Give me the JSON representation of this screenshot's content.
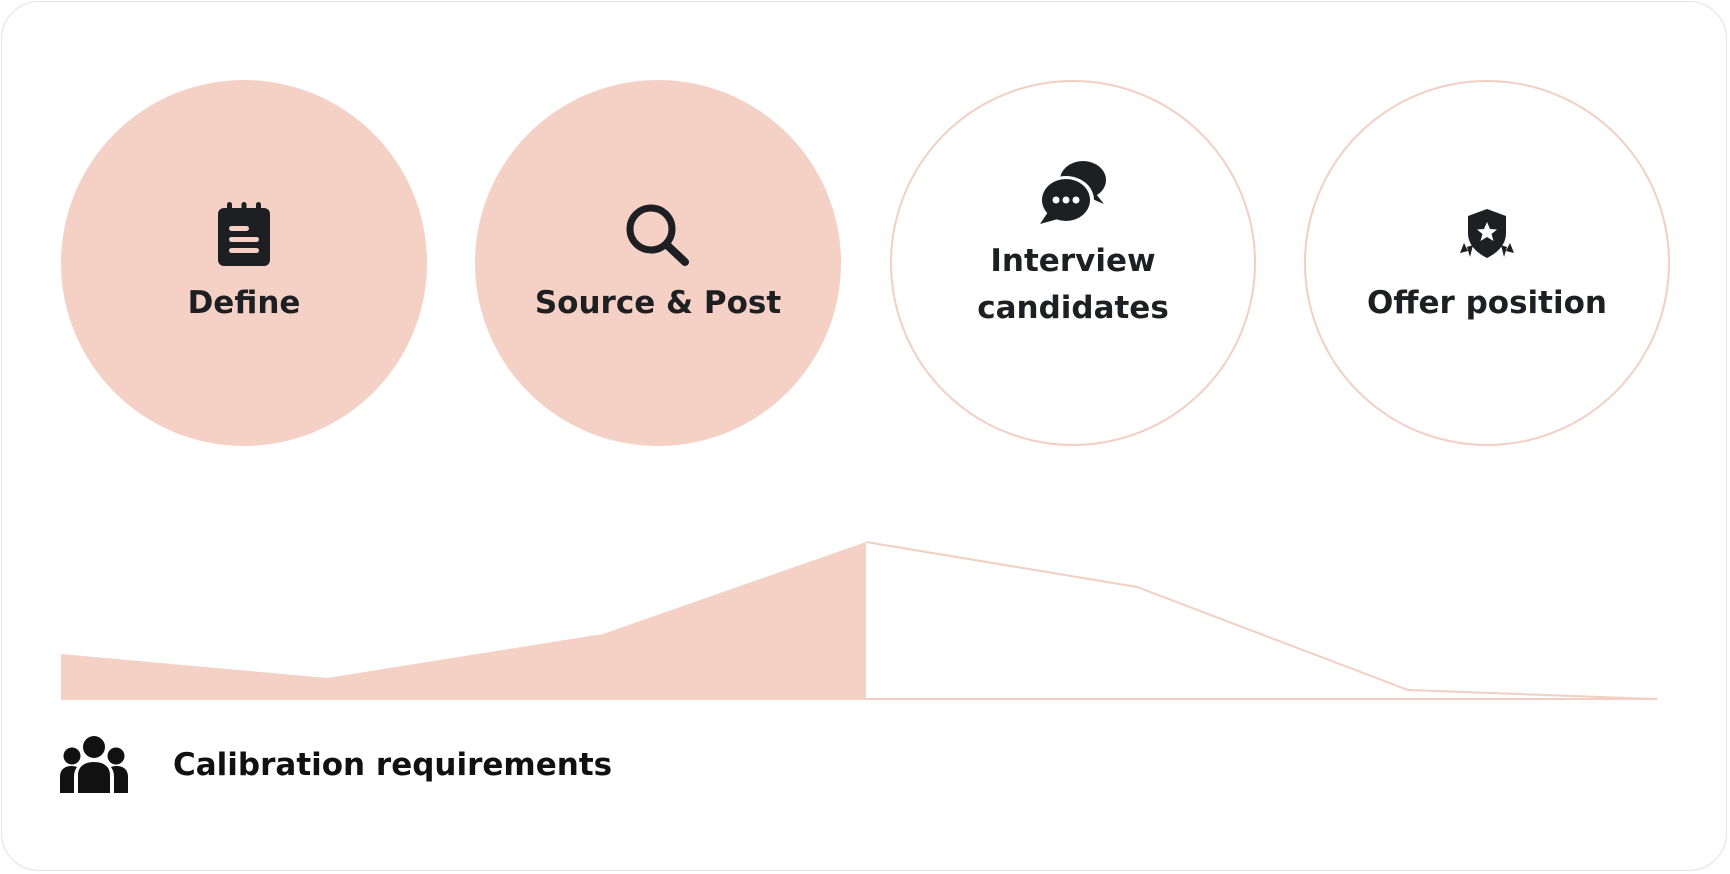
{
  "stages": [
    {
      "label": "Define",
      "icon": "notepad-icon",
      "active": true
    },
    {
      "label": "Source & Post",
      "icon": "search-icon",
      "active": true
    },
    {
      "label": "Interview\ncandidates",
      "icon": "chat-bubbles-icon",
      "active": false
    },
    {
      "label": "Offer position",
      "icon": "badge-shield-icon",
      "active": false
    }
  ],
  "footer": {
    "label": "Calibration requirements",
    "icon": "team-icon"
  },
  "colors": {
    "active_fill": "#f5d0c4",
    "inactive_stroke": "#f3cfc3",
    "text": "#1e1f22"
  }
}
